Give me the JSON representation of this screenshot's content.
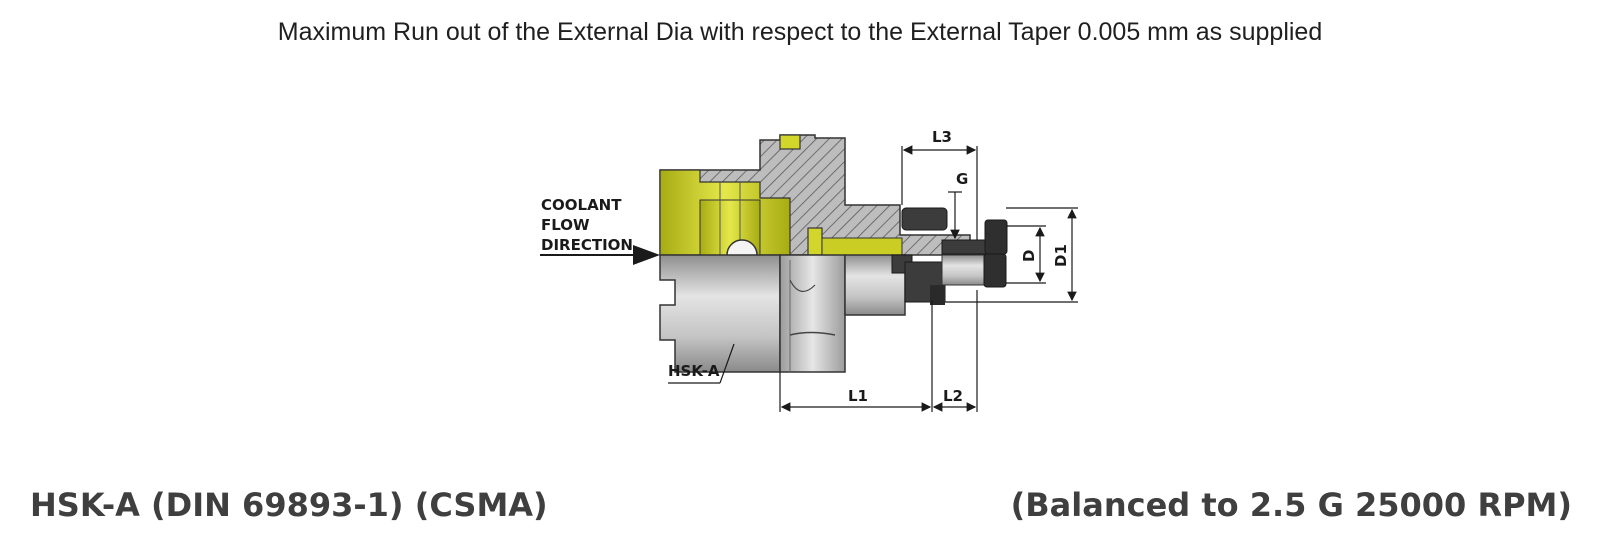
{
  "note": "Maximum Run out of the External Dia with respect to the External Taper 0.005 mm as supplied",
  "labels": {
    "coolant_line1": "COOLANT",
    "coolant_line2": "FLOW",
    "coolant_line3": "DIRECTION",
    "hsk": "HSK-A",
    "l1": "L1",
    "l2": "L2",
    "l3": "L3",
    "g": "G",
    "d": "D",
    "d1": "D1"
  },
  "footer": {
    "standard": "HSK-A (DIN 69893-1) (CSMA)",
    "balance": "(Balanced to 2.5 G 25000 RPM)"
  },
  "colors": {
    "accent_yellow": "#d2d62a",
    "steel_gray": "#b9b9b9",
    "dark_part": "#3c3c3c",
    "text_dark": "#3f3f3f"
  }
}
